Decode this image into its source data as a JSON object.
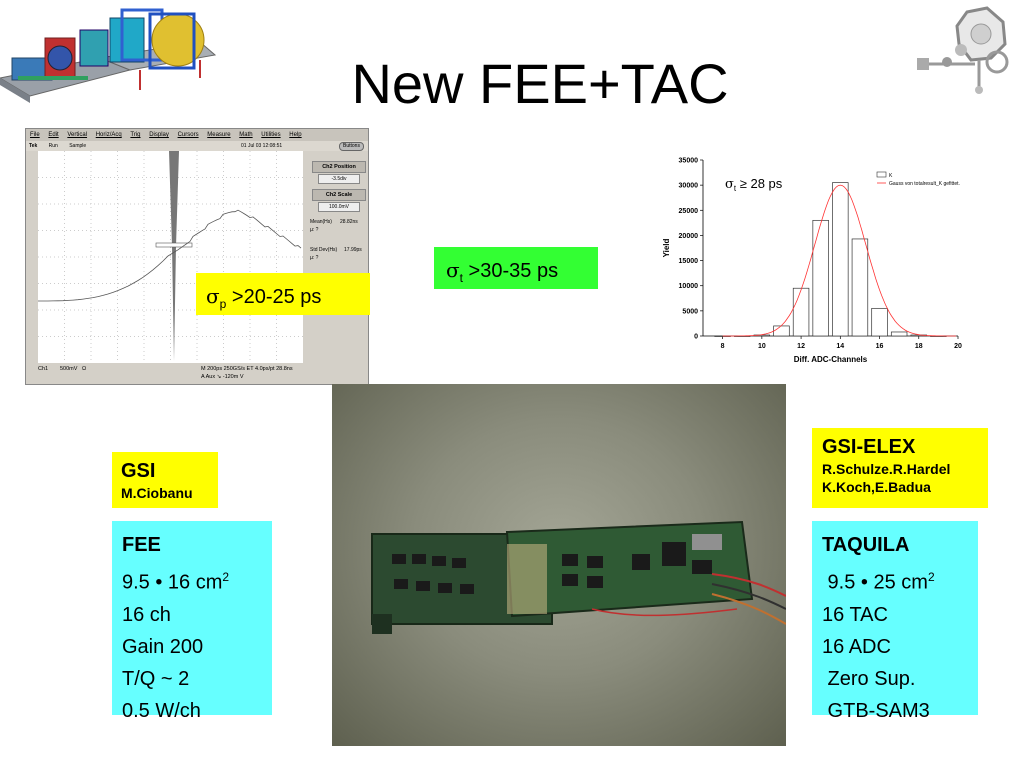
{
  "slide": {
    "title": "New FEE+TAC"
  },
  "scope": {
    "menu": [
      "File",
      "Edit",
      "Vertical",
      "Horiz/Acq",
      "Trig",
      "Display",
      "Cursors",
      "Measure",
      "Math",
      "Utilities",
      "Help"
    ],
    "status_left": "Tek",
    "status_run": "Run",
    "status_mode": "Sample",
    "status_date": "01 Jul 03 12:08:51",
    "buttons_label": "Buttons",
    "ch2_position_label": "Ch2 Position",
    "ch2_position_value": "-3.5div",
    "ch2_scale_label": "Ch2 Scale",
    "ch2_scale_value": "100.0mV",
    "mean_label": "Mean(Hs)",
    "mean_value": "28.82ns",
    "mean_sub": "µ: ?",
    "stddev_label": "Std Dev(Hs)",
    "stddev_value": "17.99ps",
    "stddev_sub": "µ: ?",
    "bottom_ch": "Ch1",
    "bottom_scale": "500mV",
    "bottom_ohm": "Ω",
    "bottom_time": "M 200ps 250GS/s ET 4.0ps/pt 28.8ns",
    "bottom_trig": "A  Aux  ↘  -120m  V"
  },
  "labels": {
    "sigma_p_symbol": "σ",
    "sigma_p_sub": "p",
    "sigma_p_text": " >20-25 ps",
    "sigma_t_symbol": "σ",
    "sigma_t_sub": "t",
    "sigma_t_text": " >30-35 ps"
  },
  "chart_data": {
    "type": "bar",
    "xlabel": "Diff. ADC-Channels",
    "ylabel": "Yield",
    "xlim": [
      7,
      20
    ],
    "ylim": [
      0,
      35000
    ],
    "xticks": [
      8,
      10,
      12,
      14,
      16,
      18,
      20
    ],
    "yticks": [
      0,
      5000,
      10000,
      15000,
      20000,
      25000,
      30000,
      35000
    ],
    "bin_width": 1,
    "bin_centers": [
      8,
      9,
      10,
      11,
      12,
      13,
      14,
      15,
      16,
      17,
      18,
      19
    ],
    "values": [
      0,
      0,
      200,
      2000,
      9500,
      23000,
      30500,
      19300,
      5500,
      800,
      200,
      0
    ],
    "fit_curve": {
      "mean": 14,
      "sigma": 1.3,
      "amplitude": 30000
    },
    "legend": [
      "K",
      "Gauss von totalresult_K gefittet."
    ],
    "annotation_symbol": "σ",
    "annotation_sub": "t",
    "annotation_text": " ≥ 28 ps"
  },
  "gsi": {
    "title": "GSI",
    "name": "M.Ciobanu"
  },
  "fee": {
    "title": "FEE",
    "size_prefix": "9.5 ",
    "size_dot": "•",
    "size_suffix": " 16 cm",
    "size_exp": "2",
    "channels": "16 ch",
    "gain": "Gain 200",
    "tq": "T/Q ~ 2",
    "power": "0.5 W/ch"
  },
  "elex": {
    "title": "GSI-ELEX",
    "names1": "R.Schulze.R.Hardel",
    "names2": "K.Koch,E.Badua"
  },
  "taquila": {
    "title": "TAQUILA",
    "size_prefix": " 9.5 ",
    "size_dot": "•",
    "size_suffix": " 25 cm",
    "size_exp": "2",
    "tac": "16 TAC",
    "adc": "16 ADC",
    "zero": " Zero Sup.",
    "gtb": " GTB-SAM3"
  },
  "colors": {
    "yellow_box": "#ffff00",
    "green_box": "#33ff33",
    "cyan_box": "#66ffff",
    "fit_line": "#ff3333"
  }
}
